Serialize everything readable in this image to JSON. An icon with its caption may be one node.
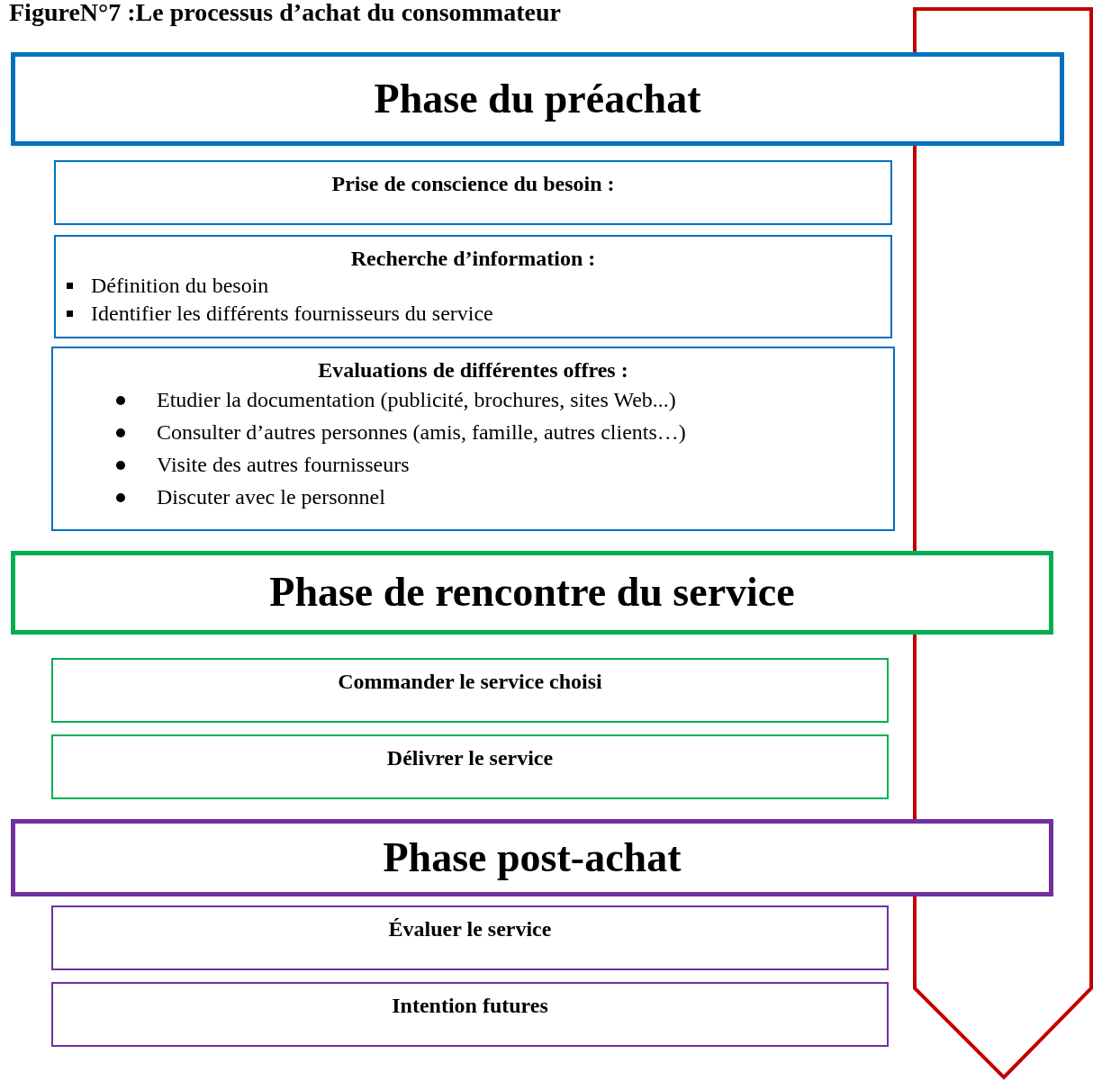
{
  "diagram": {
    "title": "FigureN°7 :Le processus d’achat du consommateur",
    "nodes": [
      {
        "text": [
          "Phase du préachat"
        ]
      },
      {
        "text": [
          "Prise de conscience du besoin :"
        ]
      },
      {
        "text": [
          "Recherche d’information :",
          "Définition du besoin",
          "Identifier les différents fournisseurs du service"
        ]
      },
      {
        "text": [
          "Evaluations de différentes offres :",
          "Etudier la documentation (publicité, brochures, sites Web...)",
          "Consulter d’autres personnes (amis, famille, autres clients…)",
          "Visite des autres fournisseurs",
          "Discuter avec le personnel"
        ]
      },
      {
        "text": [
          "Phase de rencontre du service"
        ]
      },
      {
        "text": [
          "Commander le service choisi"
        ]
      },
      {
        "text": [
          "Délivrer le service"
        ]
      },
      {
        "text": [
          "Phase post-achat"
        ]
      },
      {
        "text": [
          "Évaluer le service"
        ]
      },
      {
        "text": [
          "Intention futures"
        ]
      }
    ]
  }
}
